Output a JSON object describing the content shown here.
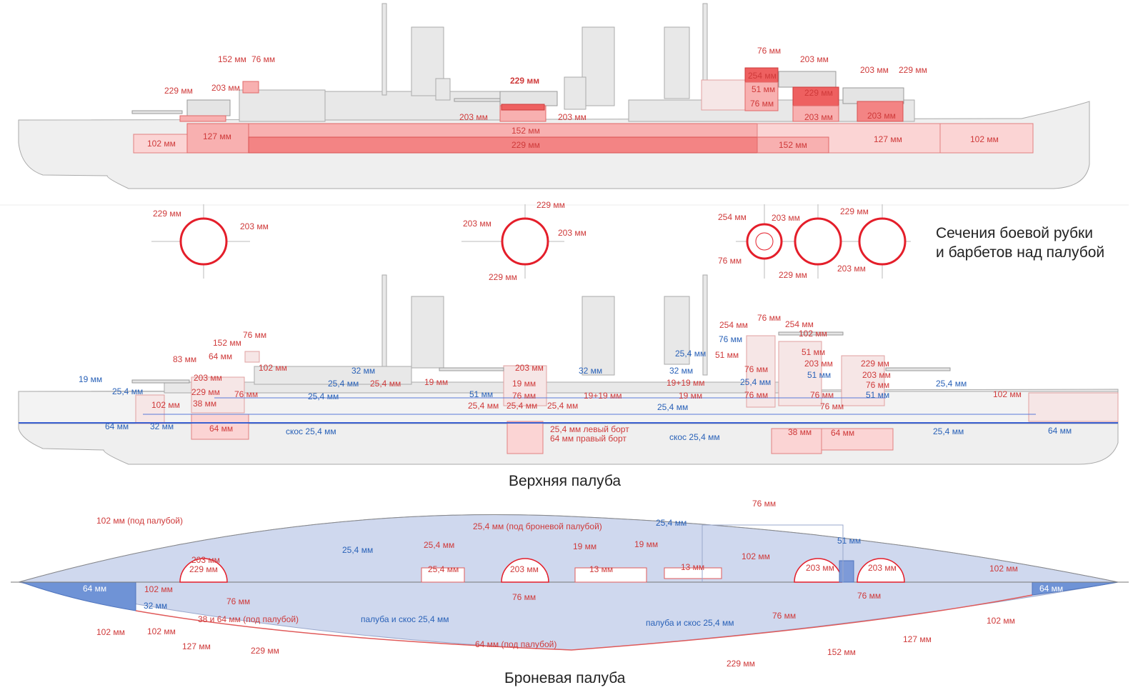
{
  "titles": {
    "sections": "Сечения боевой рубки",
    "sections2": "и барбетов над палубой",
    "upper_deck": "Верхняя палуба",
    "armor_deck": "Броневая палуба"
  },
  "colors": {
    "red_label": "#cf3a3a",
    "blue_label": "#2a62b8",
    "barbette_ring": "#e41e2a",
    "deck_armor": "#cfd8ee"
  },
  "top_view_labels": [
    {
      "t": "152 мм",
      "c": "r"
    },
    {
      "t": "76 мм",
      "c": "r"
    },
    {
      "t": "229 мм",
      "c": "r"
    },
    {
      "t": "203 мм",
      "c": "r"
    },
    {
      "t": "229 мм",
      "c": "r"
    },
    {
      "t": "203 мм",
      "c": "r"
    },
    {
      "t": "203 мм",
      "c": "r"
    },
    {
      "t": "152 мм",
      "c": "r"
    },
    {
      "t": "229 мм",
      "c": "r"
    },
    {
      "t": "102 мм",
      "c": "r"
    },
    {
      "t": "127 мм",
      "c": "r"
    },
    {
      "t": "76 мм",
      "c": "r"
    },
    {
      "t": "203 мм",
      "c": "r"
    },
    {
      "t": "203 мм",
      "c": "r"
    },
    {
      "t": "229 мм",
      "c": "r"
    },
    {
      "t": "254 мм",
      "c": "r"
    },
    {
      "t": "51 мм",
      "c": "r"
    },
    {
      "t": "229 мм",
      "c": "r"
    },
    {
      "t": "76 мм",
      "c": "r"
    },
    {
      "t": "203 мм",
      "c": "r"
    },
    {
      "t": "203 мм",
      "c": "r"
    },
    {
      "t": "152 мм",
      "c": "r"
    },
    {
      "t": "127 мм",
      "c": "r"
    },
    {
      "t": "102 мм",
      "c": "r"
    }
  ],
  "section_labels": [
    {
      "t": "229 мм",
      "c": "r"
    },
    {
      "t": "203 мм",
      "c": "r"
    },
    {
      "t": "229 мм",
      "c": "r"
    },
    {
      "t": "203 мм",
      "c": "r"
    },
    {
      "t": "203 мм",
      "c": "r"
    },
    {
      "t": "229 мм",
      "c": "r"
    },
    {
      "t": "254 мм",
      "c": "r"
    },
    {
      "t": "203 мм",
      "c": "r"
    },
    {
      "t": "229 мм",
      "c": "r"
    },
    {
      "t": "76 мм",
      "c": "r"
    },
    {
      "t": "229 мм",
      "c": "r"
    },
    {
      "t": "203 мм",
      "c": "r"
    }
  ],
  "mid_view_labels": [
    {
      "t": "152 мм",
      "c": "r"
    },
    {
      "t": "76 мм",
      "c": "r"
    },
    {
      "t": "83 мм",
      "c": "r"
    },
    {
      "t": "64 мм",
      "c": "r"
    },
    {
      "t": "102 мм",
      "c": "r"
    },
    {
      "t": "203 мм",
      "c": "r"
    },
    {
      "t": "229 мм",
      "c": "r"
    },
    {
      "t": "76 мм",
      "c": "r"
    },
    {
      "t": "102 мм",
      "c": "r"
    },
    {
      "t": "38 мм",
      "c": "r"
    },
    {
      "t": "64 мм",
      "c": "r"
    },
    {
      "t": "19 мм",
      "c": "b"
    },
    {
      "t": "25,4 мм",
      "c": "b"
    },
    {
      "t": "64 мм",
      "c": "b"
    },
    {
      "t": "32 мм",
      "c": "b"
    },
    {
      "t": "32 мм",
      "c": "b"
    },
    {
      "t": "25,4 мм",
      "c": "b"
    },
    {
      "t": "25,4 мм",
      "c": "b"
    },
    {
      "t": "скос 25,4 мм",
      "c": "b"
    },
    {
      "t": "25,4 мм",
      "c": "r"
    },
    {
      "t": "19 мм",
      "c": "r"
    },
    {
      "t": "51 мм",
      "c": "b"
    },
    {
      "t": "25,4 мм",
      "c": "r"
    },
    {
      "t": "203 мм",
      "c": "r"
    },
    {
      "t": "19 мм",
      "c": "r"
    },
    {
      "t": "76 мм",
      "c": "r"
    },
    {
      "t": "25,4 мм",
      "c": "r"
    },
    {
      "t": "25,4 мм",
      "c": "r"
    },
    {
      "t": "25,4 мм левый борт",
      "c": "r"
    },
    {
      "t": "64 мм правый борт",
      "c": "r"
    },
    {
      "t": "32 мм",
      "c": "b"
    },
    {
      "t": "19+19 мм",
      "c": "r"
    },
    {
      "t": "32 мм",
      "c": "b"
    },
    {
      "t": "19+19 мм",
      "c": "r"
    },
    {
      "t": "19 мм",
      "c": "r"
    },
    {
      "t": "25,4 мм",
      "c": "b"
    },
    {
      "t": "скос 25,4 мм",
      "c": "b"
    },
    {
      "t": "25,4 мм",
      "c": "b"
    },
    {
      "t": "254 мм",
      "c": "r"
    },
    {
      "t": "76 мм",
      "c": "r"
    },
    {
      "t": "254 мм",
      "c": "r"
    },
    {
      "t": "76 мм",
      "c": "b"
    },
    {
      "t": "102 мм",
      "c": "r"
    },
    {
      "t": "51 мм",
      "c": "r"
    },
    {
      "t": "76 мм",
      "c": "r"
    },
    {
      "t": "25,4 мм",
      "c": "b"
    },
    {
      "t": "76 мм",
      "c": "r"
    },
    {
      "t": "51 мм",
      "c": "r"
    },
    {
      "t": "203 мм",
      "c": "r"
    },
    {
      "t": "51 мм",
      "c": "b"
    },
    {
      "t": "76 мм",
      "c": "r"
    },
    {
      "t": "76 мм",
      "c": "r"
    },
    {
      "t": "38 мм",
      "c": "r"
    },
    {
      "t": "64 мм",
      "c": "r"
    },
    {
      "t": "229 мм",
      "c": "r"
    },
    {
      "t": "203 мм",
      "c": "r"
    },
    {
      "t": "76 мм",
      "c": "r"
    },
    {
      "t": "51 мм",
      "c": "b"
    },
    {
      "t": "25,4 мм",
      "c": "b"
    },
    {
      "t": "102 мм",
      "c": "r"
    },
    {
      "t": "25,4 мм",
      "c": "b"
    },
    {
      "t": "64 мм",
      "c": "b"
    }
  ],
  "deck_view_labels": [
    {
      "t": "102 мм (под палубой)",
      "c": "r"
    },
    {
      "t": "76 мм",
      "c": "r"
    },
    {
      "t": "25,4 мм (под броневой палубой)",
      "c": "r"
    },
    {
      "t": "25,4 мм",
      "c": "b"
    },
    {
      "t": "25,4 мм",
      "c": "b"
    },
    {
      "t": "25,4 мм",
      "c": "r"
    },
    {
      "t": "19 мм",
      "c": "r"
    },
    {
      "t": "19 мм",
      "c": "r"
    },
    {
      "t": "51 мм",
      "c": "b"
    },
    {
      "t": "102 мм",
      "c": "r"
    },
    {
      "t": "203 мм",
      "c": "r"
    },
    {
      "t": "229 мм",
      "c": "r"
    },
    {
      "t": "25,4 мм",
      "c": "r"
    },
    {
      "t": "203 мм",
      "c": "r"
    },
    {
      "t": "13 мм",
      "c": "r"
    },
    {
      "t": "13 мм",
      "c": "r"
    },
    {
      "t": "203 мм",
      "c": "r"
    },
    {
      "t": "203 мм",
      "c": "r"
    },
    {
      "t": "102 мм",
      "c": "r"
    },
    {
      "t": "64 мм",
      "c": "b"
    },
    {
      "t": "64 мм",
      "c": "b"
    },
    {
      "t": "102 мм",
      "c": "r"
    },
    {
      "t": "32 мм",
      "c": "b"
    },
    {
      "t": "76 мм",
      "c": "r"
    },
    {
      "t": "76 мм",
      "c": "r"
    },
    {
      "t": "76 мм",
      "c": "r"
    },
    {
      "t": "76 мм",
      "c": "r"
    },
    {
      "t": "38 и 64 мм (под палубой)",
      "c": "r"
    },
    {
      "t": "палуба и скос 25,4 мм",
      "c": "b"
    },
    {
      "t": "палуба и скос 25,4 мм",
      "c": "b"
    },
    {
      "t": "102 мм",
      "c": "r"
    },
    {
      "t": "102 мм",
      "c": "r"
    },
    {
      "t": "102 мм",
      "c": "r"
    },
    {
      "t": "127 мм",
      "c": "r"
    },
    {
      "t": "229 мм",
      "c": "r"
    },
    {
      "t": "64 мм (под палубой)",
      "c": "r"
    },
    {
      "t": "152 мм",
      "c": "r"
    },
    {
      "t": "127 мм",
      "c": "r"
    },
    {
      "t": "229 мм",
      "c": "r"
    }
  ]
}
